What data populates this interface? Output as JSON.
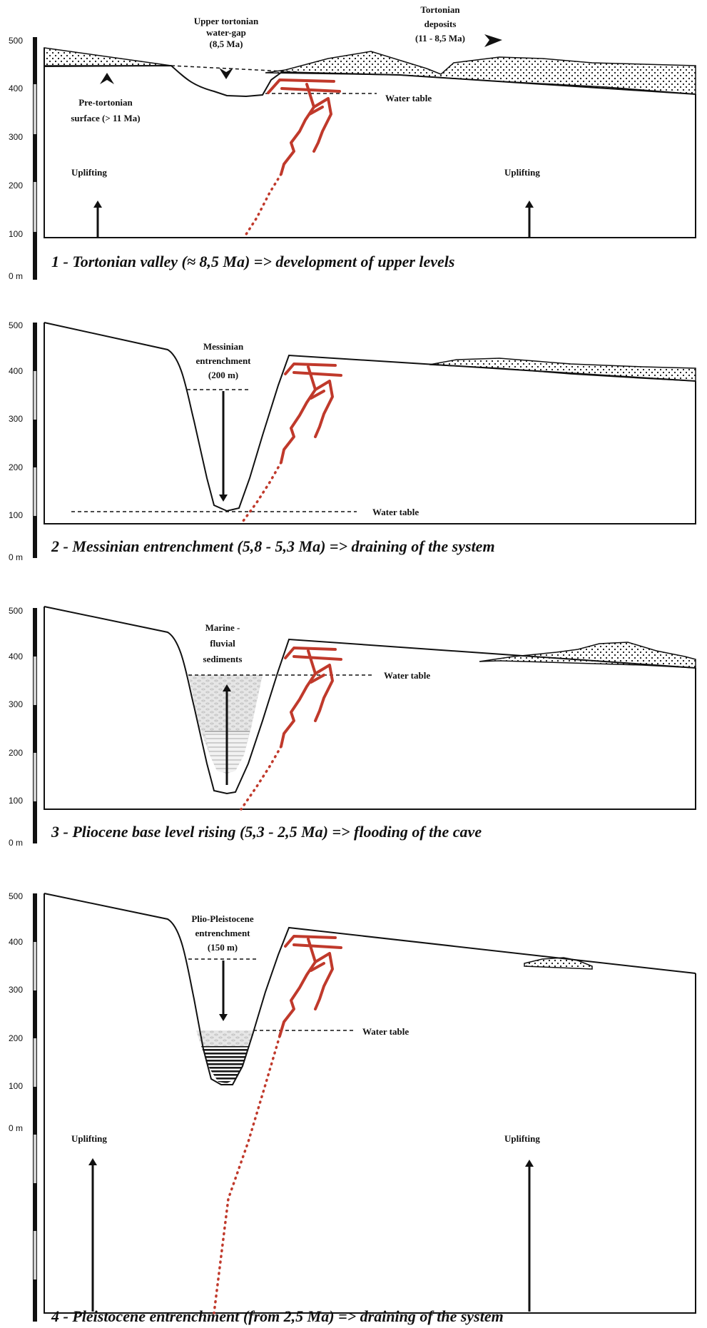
{
  "scale": {
    "ticks": [
      "500",
      "400",
      "300",
      "200",
      "100",
      "0 m"
    ]
  },
  "colors": {
    "cave": "#c0392b",
    "ink": "#111111",
    "sediment_fill": "#e6e6e6"
  },
  "panels": [
    {
      "caption": "1 - Tortonian valley (≈ 8,5 Ma) => development of upper levels",
      "labels": {
        "water_gap": [
          "Upper tortonian",
          "water-gap",
          "(8,5 Ma)"
        ],
        "deposits": [
          "Tortonian",
          "deposits",
          "(11 - 8,5 Ma)"
        ],
        "surface": [
          "Pre-tortonian",
          "surface (> 11 Ma)"
        ],
        "water_table": "Water table",
        "uplift_left": "Uplifting",
        "uplift_right": "Uplifting"
      }
    },
    {
      "caption": "2 - Messinian entrenchment (5,8 - 5,3 Ma) => draining of the system",
      "labels": {
        "entrenchment": [
          "Messinian",
          "entrenchment",
          "(200 m)"
        ],
        "water_table": "Water table"
      }
    },
    {
      "caption": "3 - Pliocene base level rising (5,3 - 2,5 Ma) => flooding of the cave",
      "labels": {
        "sediments": [
          "Marine -",
          "fluvial",
          "sediments"
        ],
        "water_table": "Water table"
      }
    },
    {
      "caption": "4 - Pleistocene entrenchment (from 2,5 Ma) => draining of the system",
      "labels": {
        "entrenchment": [
          "Plio-Pleistocene",
          "entrenchment",
          "(150 m)"
        ],
        "water_table": "Water table",
        "uplift_left": "Uplifting",
        "uplift_right": "Uplifting"
      }
    }
  ]
}
